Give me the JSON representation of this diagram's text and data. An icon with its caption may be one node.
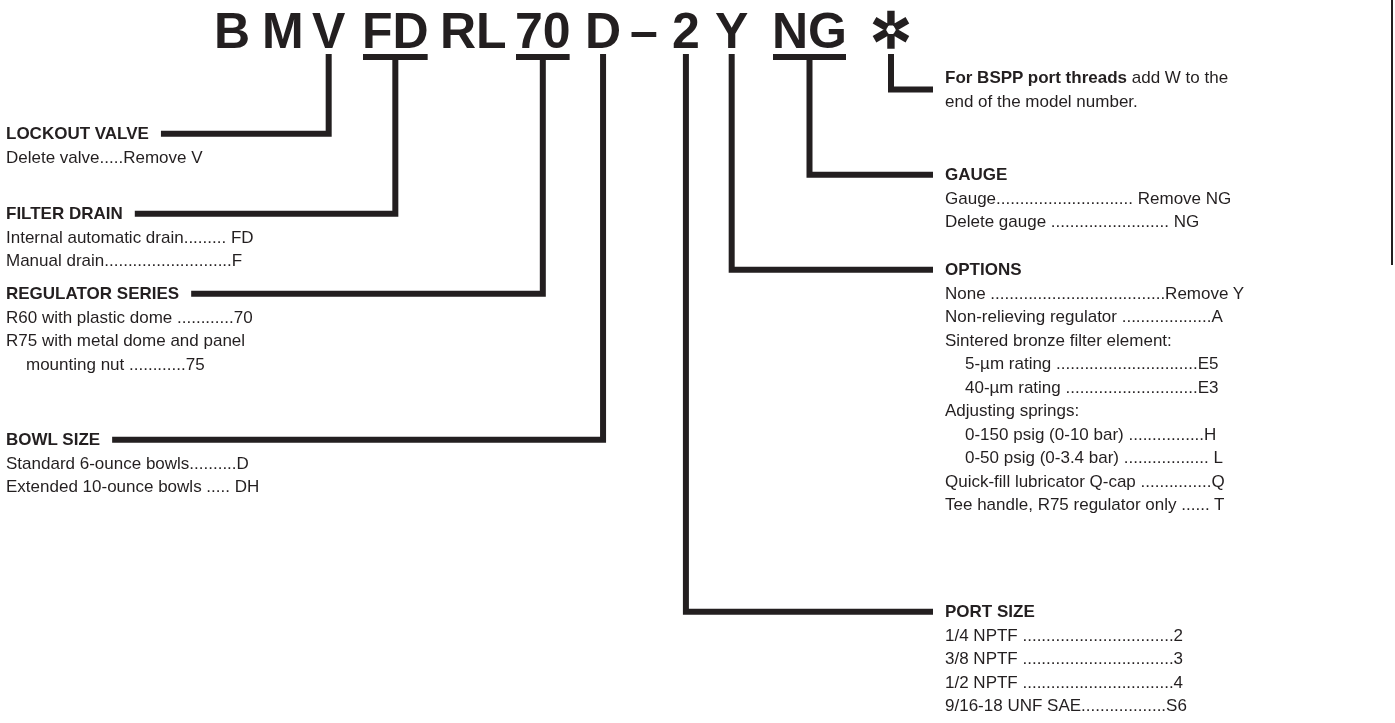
{
  "diagram": {
    "nodes": [
      {
        "text": [
          "V"
        ]
      },
      {
        "text": [
          "FD"
        ]
      },
      {
        "text": [
          "70"
        ]
      },
      {
        "text": [
          "D"
        ]
      },
      {
        "text": [
          "2"
        ]
      },
      {
        "text": [
          "Y"
        ]
      },
      {
        "text": [
          "NG"
        ]
      },
      {
        "text": [
          "✲"
        ]
      },
      {
        "text": [
          "**For BSPP port threads** add W to the end of the model number."
        ]
      },
      {
        "text": [
          "LOCKOUT VALVE",
          "Delete valve.....Remove V"
        ]
      },
      {
        "text": [
          "FILTER DRAIN",
          "Internal automatic drain......... FD",
          "Manual drain...........................F"
        ]
      },
      {
        "text": [
          "REGULATOR SERIES",
          "R60 with plastic dome ............70",
          "R75 with metal dome and panel mounting nut ............75"
        ]
      },
      {
        "text": [
          "BOWL SIZE",
          "Standard 6-ounce bowls..........D",
          "Extended 10-ounce bowls ..... DH"
        ]
      },
      {
        "text": [
          "GAUGE",
          "Gauge............................. Remove NG",
          "Delete gauge ......................... NG"
        ]
      },
      {
        "text": [
          "OPTIONS",
          "None .....................................Remove Y",
          "Non-relieving regulator ...................A",
          "Sintered bronze filter element:",
          "5-µm rating ..............................E5",
          "40-µm rating ............................E3",
          "Adjusting springs:",
          "0-150 psig (0-10 bar) ................H",
          "0-50 psig (0-3.4 bar) .................. L",
          "Quick-fill lubricator Q-cap ...............Q",
          "Tee handle, R75 regulator only ...... T"
        ]
      },
      {
        "text": [
          "PORT SIZE",
          "1/4 NPTF ................................2",
          "3/8 NPTF ................................3",
          "1/2 NPTF ................................4",
          "9/16-18 UNF SAE..................S6"
        ]
      }
    ],
    "edges": [
      {
        "from": 0,
        "to": 9,
        "arrow": "none"
      },
      {
        "from": 1,
        "to": 10,
        "arrow": "none"
      },
      {
        "from": 2,
        "to": 11,
        "arrow": "none"
      },
      {
        "from": 3,
        "to": 12,
        "arrow": "none"
      },
      {
        "from": 4,
        "to": 15,
        "arrow": "none"
      },
      {
        "from": 5,
        "to": 14,
        "arrow": "none"
      },
      {
        "from": 6,
        "to": 13,
        "arrow": "none"
      },
      {
        "from": 7,
        "to": 8,
        "arrow": "none"
      }
    ],
    "labels": [
      "B",
      "M",
      "RL",
      "–"
    ]
  }
}
